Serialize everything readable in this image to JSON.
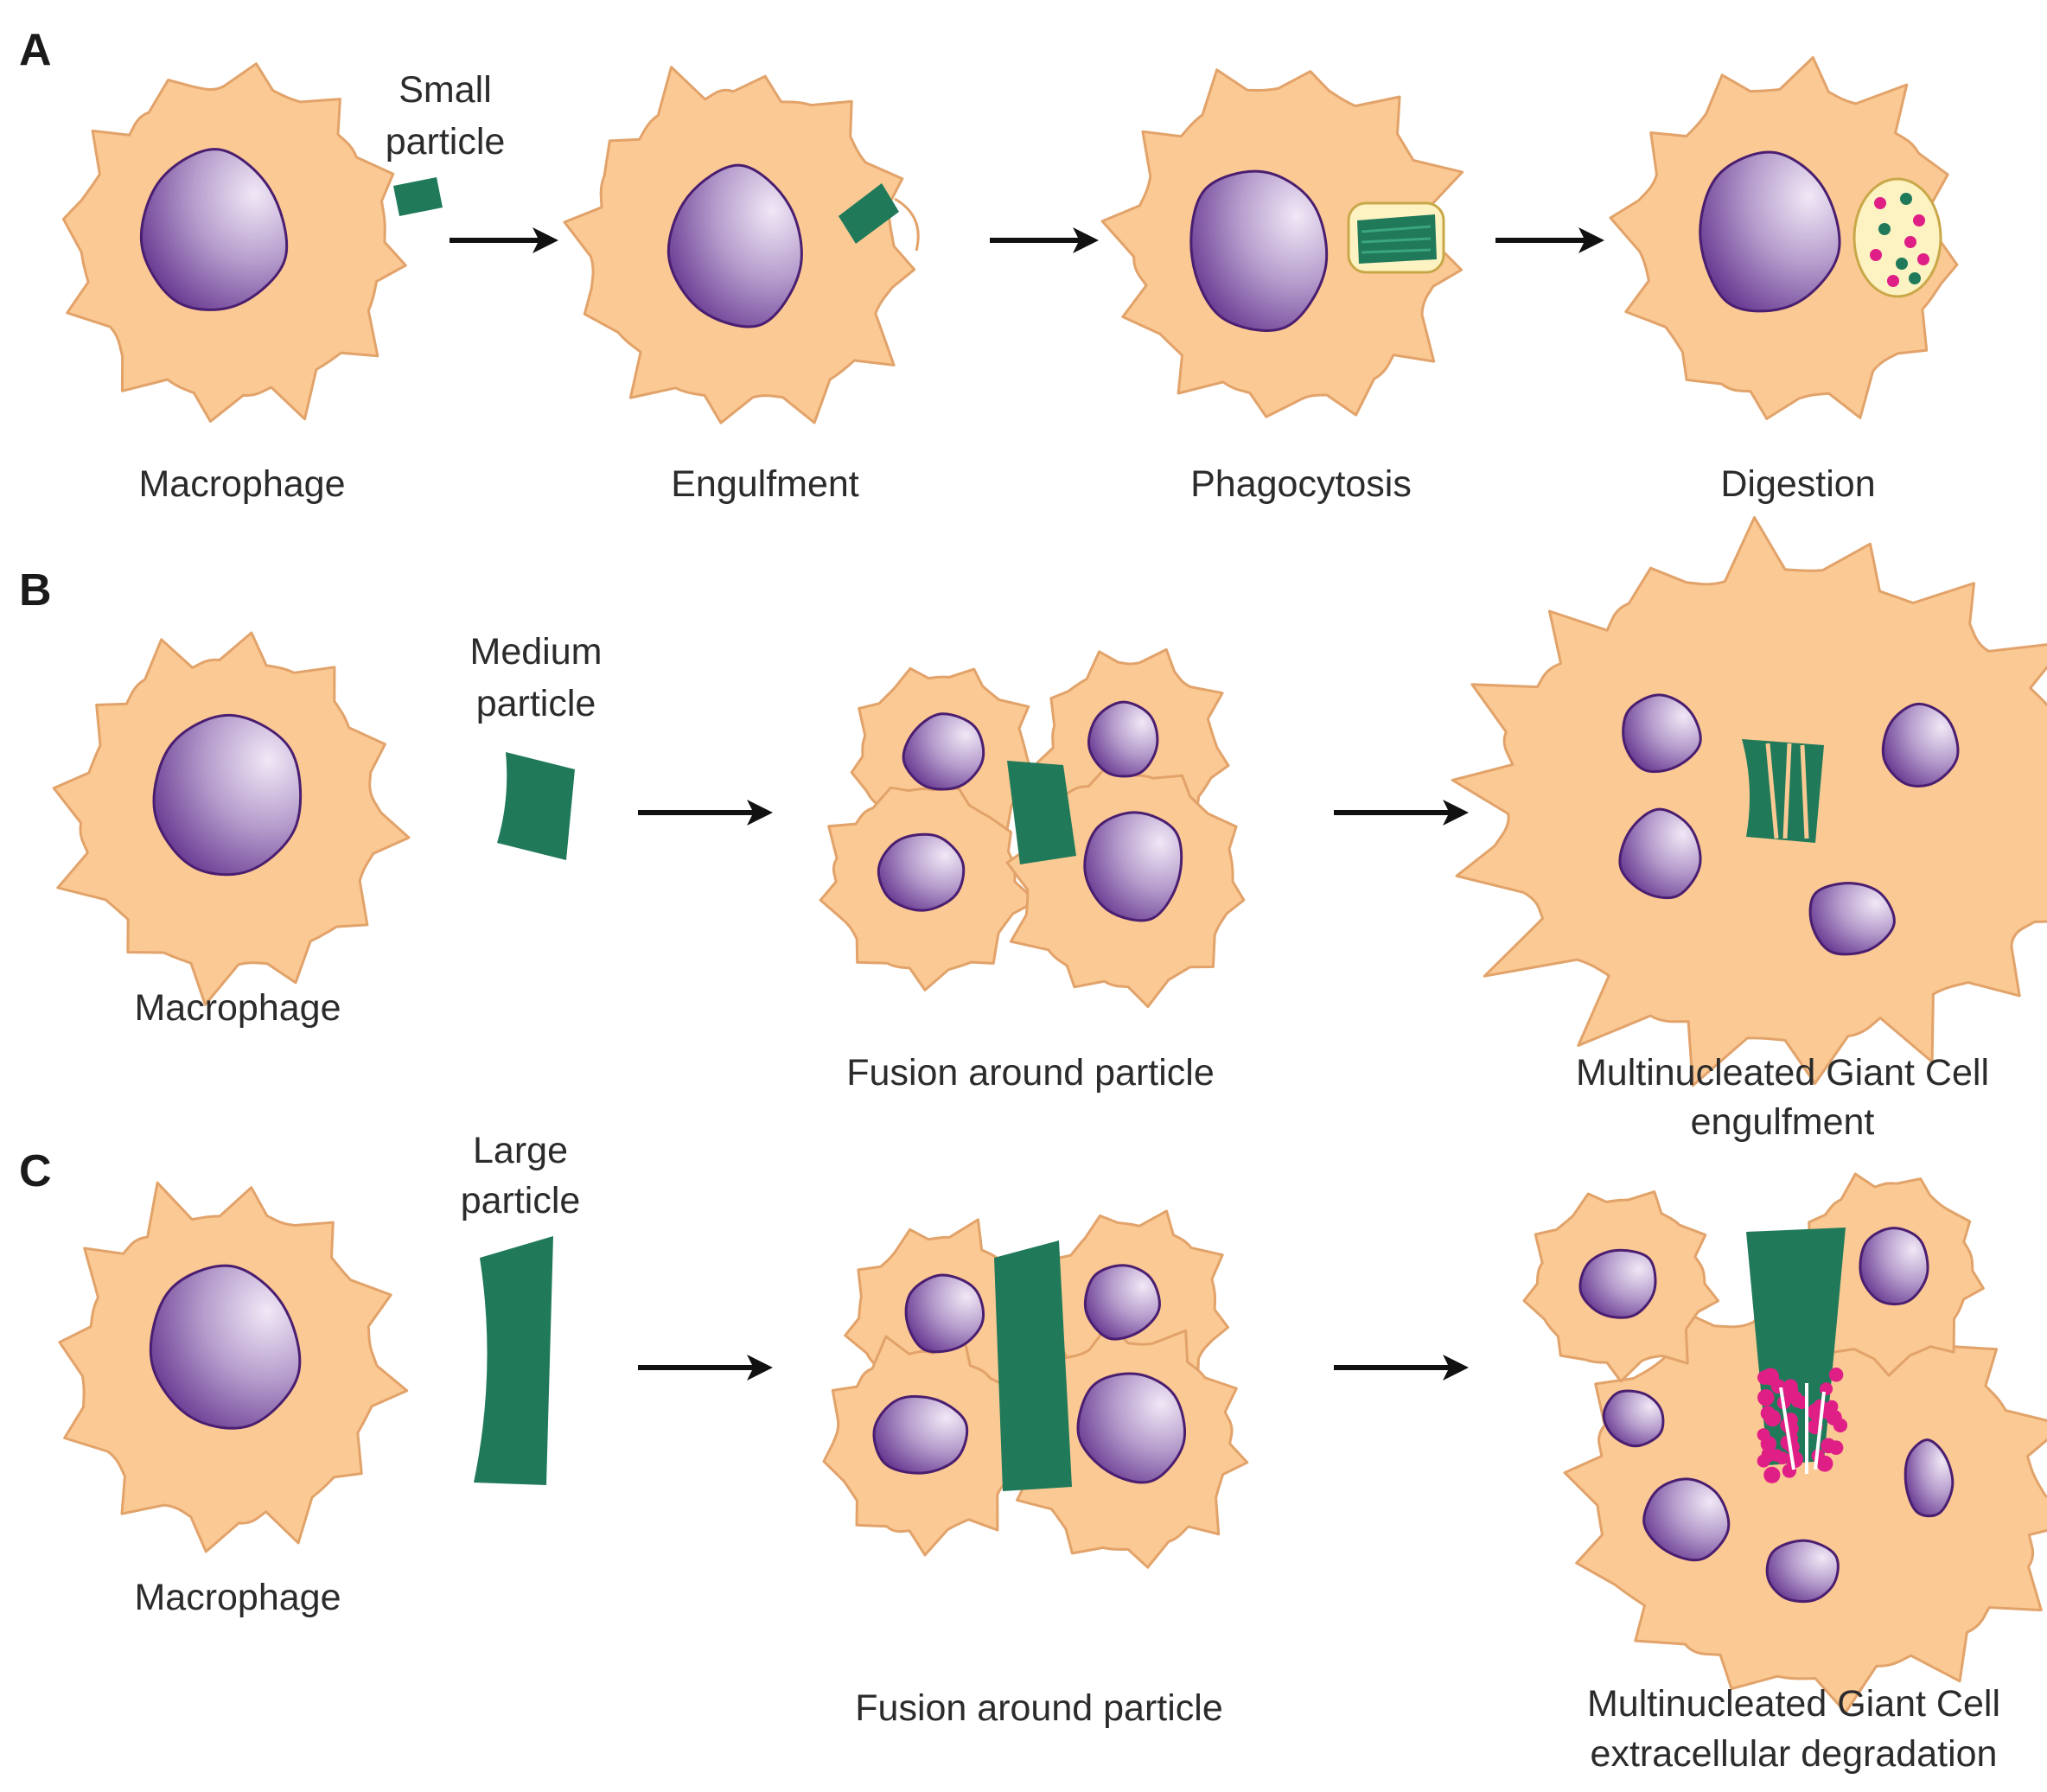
{
  "colors": {
    "cell_fill": "#fbc994",
    "cell_stroke": "#e2a36a",
    "nucleus_light": "#ecdff3",
    "nucleus_dark": "#5d2a8a",
    "nucleus_stroke": "#4a1e70",
    "particle": "#207a5a",
    "vesicle_fill": "#fdf2c2",
    "vesicle_stroke": "#c9a84a",
    "enzyme": "#e01f86"
  },
  "panels": {
    "a": {
      "letter": "A",
      "particle_label": [
        "Small",
        "particle"
      ],
      "stages": [
        "Macrophage",
        "Engulfment",
        "Phagocytosis",
        "Digestion"
      ]
    },
    "b": {
      "letter": "B",
      "particle_label": [
        "Medium",
        "particle"
      ],
      "stages": [
        "Macrophage",
        "Fusion around particle"
      ],
      "result": [
        "Multinucleated Giant Cell",
        "engulfment"
      ]
    },
    "c": {
      "letter": "C",
      "particle_label": [
        "Large",
        "particle"
      ],
      "stages": [
        "Macrophage",
        "Fusion around particle"
      ],
      "result": [
        "Multinucleated Giant Cell",
        "extracellular degradation"
      ]
    }
  }
}
